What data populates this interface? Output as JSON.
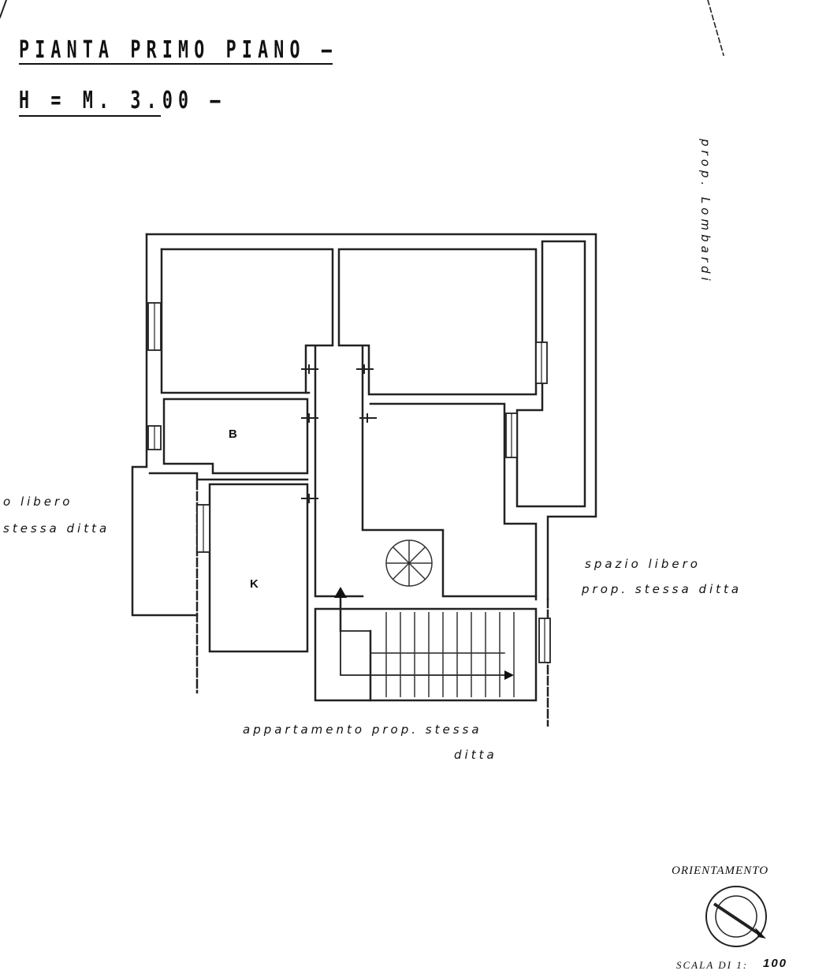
{
  "title": "PIANTA PRIMO PIANO —",
  "height_label": "H = M. 3.00 —",
  "neighbor_top_right": "prop. Lombardi",
  "left_note_line1": "o libero",
  "left_note_line2": "stessa ditta",
  "right_note_line1": "spazio libero",
  "right_note_line2": "prop. stessa ditta",
  "bottom_note_line1": "appartamento prop. stessa",
  "bottom_note_line2": "ditta",
  "room_b": "B",
  "room_k": "K",
  "orientation_label": "ORIENTAMENTO",
  "scale_prefix": "SCALA DI 1:",
  "scale_value": "100"
}
